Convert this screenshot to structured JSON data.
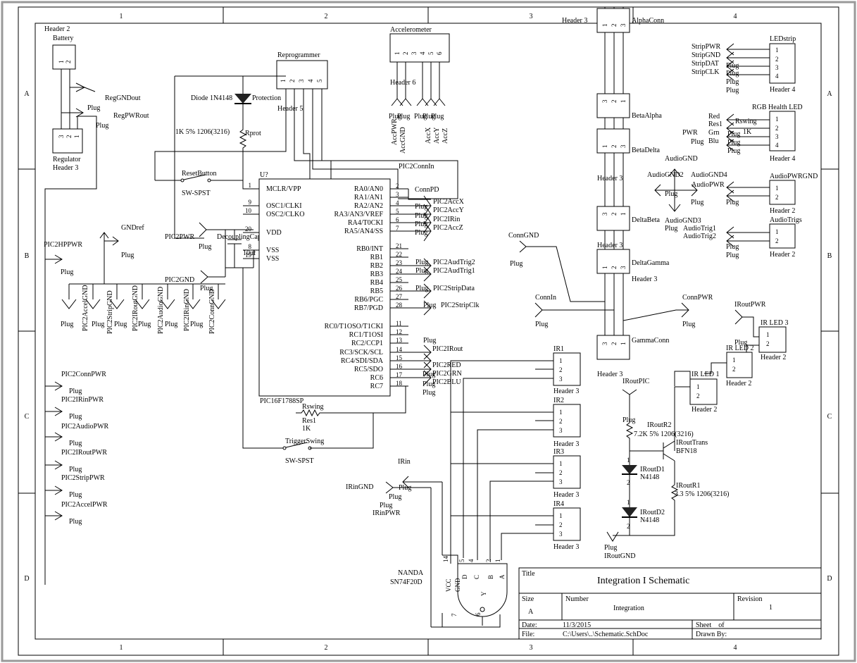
{
  "zones": {
    "cols": [
      "1",
      "2",
      "3",
      "4"
    ],
    "rows": [
      "A",
      "B",
      "C",
      "D"
    ]
  },
  "components": {
    "battery": {
      "header": "Header 2",
      "name": "Battery",
      "pins": [
        "1",
        "2"
      ]
    },
    "regulator": {
      "name": "Regulator",
      "header": "Header 3",
      "pins": [
        "3",
        "2",
        "1"
      ]
    },
    "reprogrammer": {
      "name": "Reprogrammer",
      "header": "Header 5",
      "pins": [
        "1",
        "2",
        "3",
        "4",
        "5"
      ]
    },
    "accelerometer": {
      "name": "Accelerometer",
      "header": "Header 6",
      "pins": [
        "1",
        "2",
        "3",
        "4",
        "5",
        "6"
      ]
    },
    "diode": {
      "name": "Diode 1N4148",
      "label": "Protection"
    },
    "rprot": {
      "value": "1K 5% 1206(3216)",
      "name": "Rprot"
    },
    "reset": {
      "name": "ResetButton",
      "type": "SW-SPST"
    },
    "mcu": {
      "ref": "U?",
      "name": "PIC16F1788SP",
      "left_pins": [
        {
          "num": "1",
          "name": "MCLR/VPP"
        },
        {
          "num": "9",
          "name": "OSC1/CLKI"
        },
        {
          "num": "10",
          "name": "OSC2/CLKO"
        },
        {
          "num": "20",
          "name": "VDD"
        },
        {
          "num": "8",
          "name": "VSS"
        },
        {
          "num": "19",
          "name": "VSS"
        }
      ],
      "right_pins": [
        {
          "num": "2",
          "name": "RA0/AN0"
        },
        {
          "num": "3",
          "name": "RA1/AN1"
        },
        {
          "num": "4",
          "name": "RA2/AN2"
        },
        {
          "num": "5",
          "name": "RA3/AN3/VREF"
        },
        {
          "num": "6",
          "name": "RA4/T0CKI"
        },
        {
          "num": "7",
          "name": "RA5/AN4/SS"
        },
        {
          "num": "21",
          "name": "RB0/INT"
        },
        {
          "num": "22",
          "name": "RB1"
        },
        {
          "num": "23",
          "name": "RB2"
        },
        {
          "num": "24",
          "name": "RB3"
        },
        {
          "num": "25",
          "name": "RB4"
        },
        {
          "num": "26",
          "name": "RB5"
        },
        {
          "num": "27",
          "name": "RB6/PGC"
        },
        {
          "num": "28",
          "name": "RB7/PGD"
        },
        {
          "num": "11",
          "name": "RC0/T1OSO/T1CKI"
        },
        {
          "num": "12",
          "name": "RC1/T1OSI"
        },
        {
          "num": "13",
          "name": "RC2/CCP1"
        },
        {
          "num": "14",
          "name": "RC3/SCK/SCL"
        },
        {
          "num": "15",
          "name": "RC4/SDI/SDA"
        },
        {
          "num": "16",
          "name": "RC5/SDO"
        },
        {
          "num": "17",
          "name": "RC6"
        },
        {
          "num": "18",
          "name": "RC7"
        }
      ]
    },
    "decoupling": {
      "name": "DecouplingCap",
      "value": "10uf"
    },
    "rswing": {
      "name": "Rswing",
      "ref": "Res1",
      "value": "1K"
    },
    "trigger": {
      "name": "TriggerSwing",
      "type": "SW-SPST"
    },
    "nand": {
      "name": "NANDA",
      "part": "SN74F20D",
      "pins": [
        "14",
        "7",
        "5",
        "4",
        "2",
        "1",
        "6"
      ],
      "pin_names": [
        "VCC",
        "GND",
        "D",
        "C",
        "B",
        "A",
        "Y"
      ]
    },
    "alphaconn": {
      "name": "AlphaConn",
      "header": "Header 3",
      "pins": [
        "1",
        "2",
        "3"
      ]
    },
    "betaalpha": {
      "name": "BetaAlpha",
      "pins": [
        "3",
        "2",
        "1"
      ]
    },
    "betadelta": {
      "name": "BetaDelta",
      "header": "Header 3",
      "pins": [
        "1",
        "2",
        "3"
      ]
    },
    "deltabeta": {
      "name": "DeltaBeta",
      "header": "Header 3",
      "pins": [
        "3",
        "2",
        "1"
      ]
    },
    "deltagamma": {
      "name": "DeltaGamma",
      "header": "Header 3",
      "pins": [
        "1",
        "2",
        "3"
      ]
    },
    "gammaconn": {
      "name": "GammaConn",
      "header": "Header 3",
      "pins": [
        "3",
        "2",
        "1"
      ]
    },
    "ledstrip": {
      "name": "LEDstrip",
      "header": "Header 4",
      "pins": [
        "1",
        "2",
        "3",
        "4"
      ],
      "nets": [
        "StripPWR",
        "StripGND",
        "StripDAT",
        "StripCLK"
      ]
    },
    "rgbled": {
      "name": "RGB Health LED",
      "header": "Header 4",
      "pins": [
        "1",
        "2",
        "3",
        "4"
      ],
      "nets": [
        "PWR",
        "Red",
        "Grn",
        "Blu"
      ],
      "resistor": {
        "name": "Rswing",
        "ref": "Res1",
        "value": "1K"
      }
    },
    "audiopwrgnd": {
      "name": "AudioPWRGND",
      "header": "Header 2",
      "pins": [
        "1",
        "2"
      ]
    },
    "audiotrigs": {
      "name": "AudioTrigs",
      "header": "Header 2",
      "pins": [
        "1",
        "2"
      ]
    },
    "ir1": {
      "name": "IR1",
      "header": "Header 3",
      "pins": [
        "1",
        "2",
        "3"
      ]
    },
    "ir2": {
      "name": "IR2",
      "header": "Header 3",
      "pins": [
        "1",
        "2",
        "3"
      ]
    },
    "ir3": {
      "name": "IR3",
      "header": "Header 3",
      "pins": [
        "1",
        "2",
        "3"
      ]
    },
    "ir4": {
      "name": "IR4",
      "header": "Header 3",
      "pins": [
        "1",
        "2",
        "3"
      ]
    },
    "irled1": {
      "name": "IR LED 1",
      "header": "Header 2",
      "pins": [
        "1",
        "2"
      ]
    },
    "irled2": {
      "name": "IR LED 2",
      "header": "Header 2",
      "pins": [
        "1",
        "2"
      ]
    },
    "irled3": {
      "name": "IR LED 3",
      "header": "Header 2",
      "pins": [
        "1",
        "2"
      ]
    },
    "iroutr2": {
      "name": "IRoutR2",
      "value": "7.2K 5% 1206(3216)"
    },
    "irouttrans": {
      "name": "IRoutTrans",
      "part": "BFN18"
    },
    "iroutd1": {
      "name": "IRoutD1",
      "part": "N4148",
      "pins": [
        "1",
        "2"
      ]
    },
    "iroutd2": {
      "name": "IRoutD2",
      "part": "N4148",
      "pins": [
        "1",
        "2"
      ]
    },
    "iroutr1": {
      "name": "IRoutR1",
      "value": "3.3 5% 1206(3216)"
    }
  },
  "nets": {
    "plug": "Plug",
    "reg_gnd_out": "RegGNDout",
    "reg_pwr_out": "RegPWRout",
    "gnd_ref": "GNDref",
    "pic2hppwr": "PIC2HPPWR",
    "pic2pwr": "PIC2PWR",
    "pic2gnd": "PIC2GND",
    "pic2connin": "PIC2ConnIn",
    "connpd": "ConnPD",
    "conngnd": "ConnGND",
    "connin": "ConnIn",
    "connpwr": "ConnPWR",
    "irin": "IRin",
    "iringnd": "IRinGND",
    "irinpwr": "IRinPWR",
    "iroutpwr": "IRoutPWR",
    "iroutpic": "IRoutPIC",
    "iroutgnd": "IRoutGND",
    "audiognd": "AudioGND",
    "audiognd2": "AudioGND2",
    "audiognd3": "AudioGND3",
    "audiognd4": "AudioGND4",
    "audiopwr": "AudioPWR",
    "audiotrig1": "AudioTrig1",
    "audiotrig2": "AudioTrig2",
    "gnd_bus": [
      "PIC2AccelGND",
      "PIC2StripGND",
      "PIC2IRoutGND",
      "PIC2AudioGND",
      "PIC2IRinGND",
      "PIC2ConnGND"
    ],
    "pwr_bus": [
      "PIC2ConnPWR",
      "PIC2IRinPWR",
      "PIC2AudioPWR",
      "PIC2IRoutPWR",
      "PIC2StripPWR",
      "PIC2AccelPWR"
    ],
    "acc_bus": [
      "AccPWR",
      "AccGND",
      "AccX",
      "AccY",
      "AccZ"
    ],
    "pic_port_a": [
      "PIC2AccX",
      "PIC2AccY",
      "PIC2IRin",
      "PIC2AccZ"
    ],
    "pic_port_b": [
      "PIC2AudTrig2",
      "PIC2AudTrig1",
      "PIC2StripData",
      "PIC2StripClk"
    ],
    "pic_port_c": [
      "PIC2IRout",
      "PIC2RED",
      "PIC2GRN",
      "PIC2BLU"
    ]
  },
  "title_block": {
    "title_label": "Title",
    "title": "Integration I Schematic",
    "size_label": "Size",
    "size": "A",
    "number_label": "Number",
    "number": "Integration",
    "revision_label": "Revision",
    "revision": "1",
    "date_label": "Date:",
    "date": "11/3/2015",
    "sheet_label": "Sheet    of",
    "file_label": "File:",
    "file": "C:\\Users\\..\\Schematic.SchDoc",
    "drawn_label": "Drawn By:"
  }
}
